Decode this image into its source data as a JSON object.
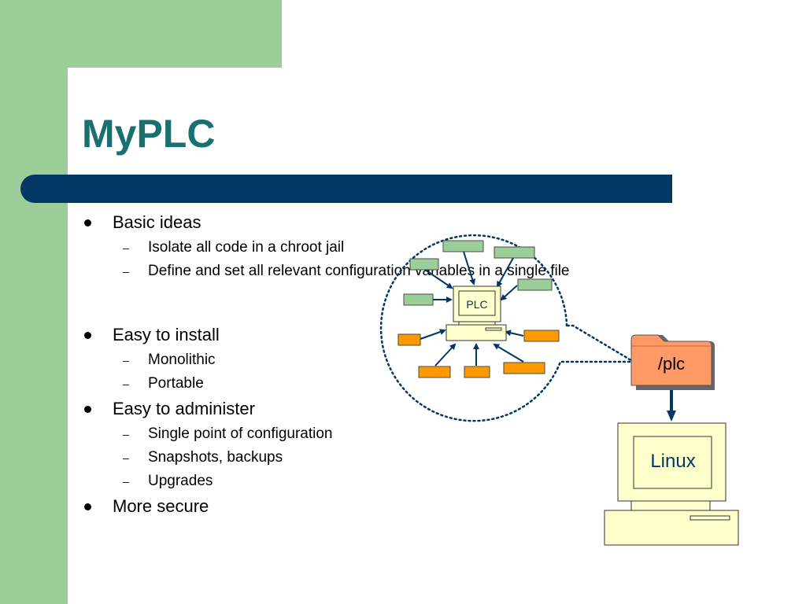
{
  "slide": {
    "title": "MyPLC",
    "bullets": [
      {
        "text": "Basic ideas",
        "subitems": [
          "Isolate all code in a chroot jail",
          "Define and set all relevant configuration variables in a single file"
        ]
      },
      {
        "text": "Easy to install",
        "subitems": [
          "Monolithic",
          "Portable"
        ]
      },
      {
        "text": "Easy to administer",
        "subitems": [
          "Single point of configuration",
          "Snapshots, backups",
          "Upgrades"
        ]
      },
      {
        "text": "More secure",
        "subitems": []
      }
    ]
  },
  "diagram": {
    "plc_monitor_label": "PLC",
    "folder_label": "/plc",
    "linux_monitor_label": "Linux",
    "colors": {
      "green_box": "#9cce9a",
      "orange_box": "#ff9900",
      "folder_fill": "#ff9966",
      "computer_fill": "#ffffcc",
      "arrow": "#003764",
      "accent_green": "#9cce9a",
      "title_bar": "#003764",
      "title_text": "#1a6f6f"
    }
  }
}
